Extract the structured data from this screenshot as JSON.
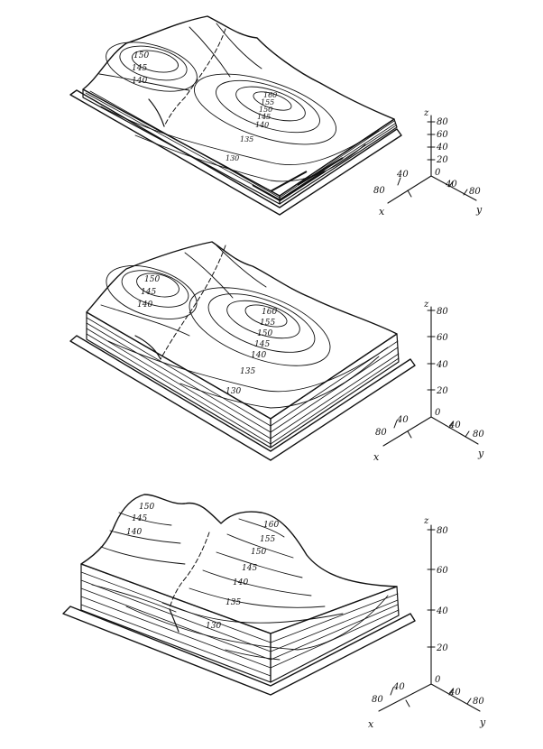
{
  "panels": [
    {
      "id": "top",
      "contour_labels": [
        "150",
        "145",
        "140",
        "160",
        "155",
        "150",
        "145",
        "140",
        "135",
        "130"
      ],
      "axis": {
        "z_name": "z",
        "z_ticks": [
          "80",
          "60",
          "40",
          "20"
        ],
        "origin": "0",
        "x_name": "x",
        "x_ticks": [
          "80",
          "40"
        ],
        "y_name": "y",
        "y_ticks": [
          "40",
          "80"
        ]
      }
    },
    {
      "id": "middle",
      "contour_labels": [
        "150",
        "145",
        "140",
        "160",
        "155",
        "150",
        "145",
        "140",
        "135",
        "130"
      ],
      "axis": {
        "z_name": "z",
        "z_ticks": [
          "80",
          "60",
          "40",
          "20"
        ],
        "origin": "0",
        "x_name": "x",
        "x_ticks": [
          "80",
          "40"
        ],
        "y_name": "y",
        "y_ticks": [
          "40",
          "80"
        ]
      }
    },
    {
      "id": "bottom",
      "contour_labels": [
        "150",
        "145",
        "140",
        "160",
        "155",
        "150",
        "145",
        "140",
        "135",
        "130"
      ],
      "axis": {
        "z_name": "z",
        "z_ticks": [
          "80",
          "60",
          "40",
          "20"
        ],
        "origin": "0",
        "x_name": "x",
        "x_ticks": [
          "80",
          "40"
        ],
        "y_name": "y",
        "y_ticks": [
          "40",
          "80"
        ]
      }
    }
  ]
}
